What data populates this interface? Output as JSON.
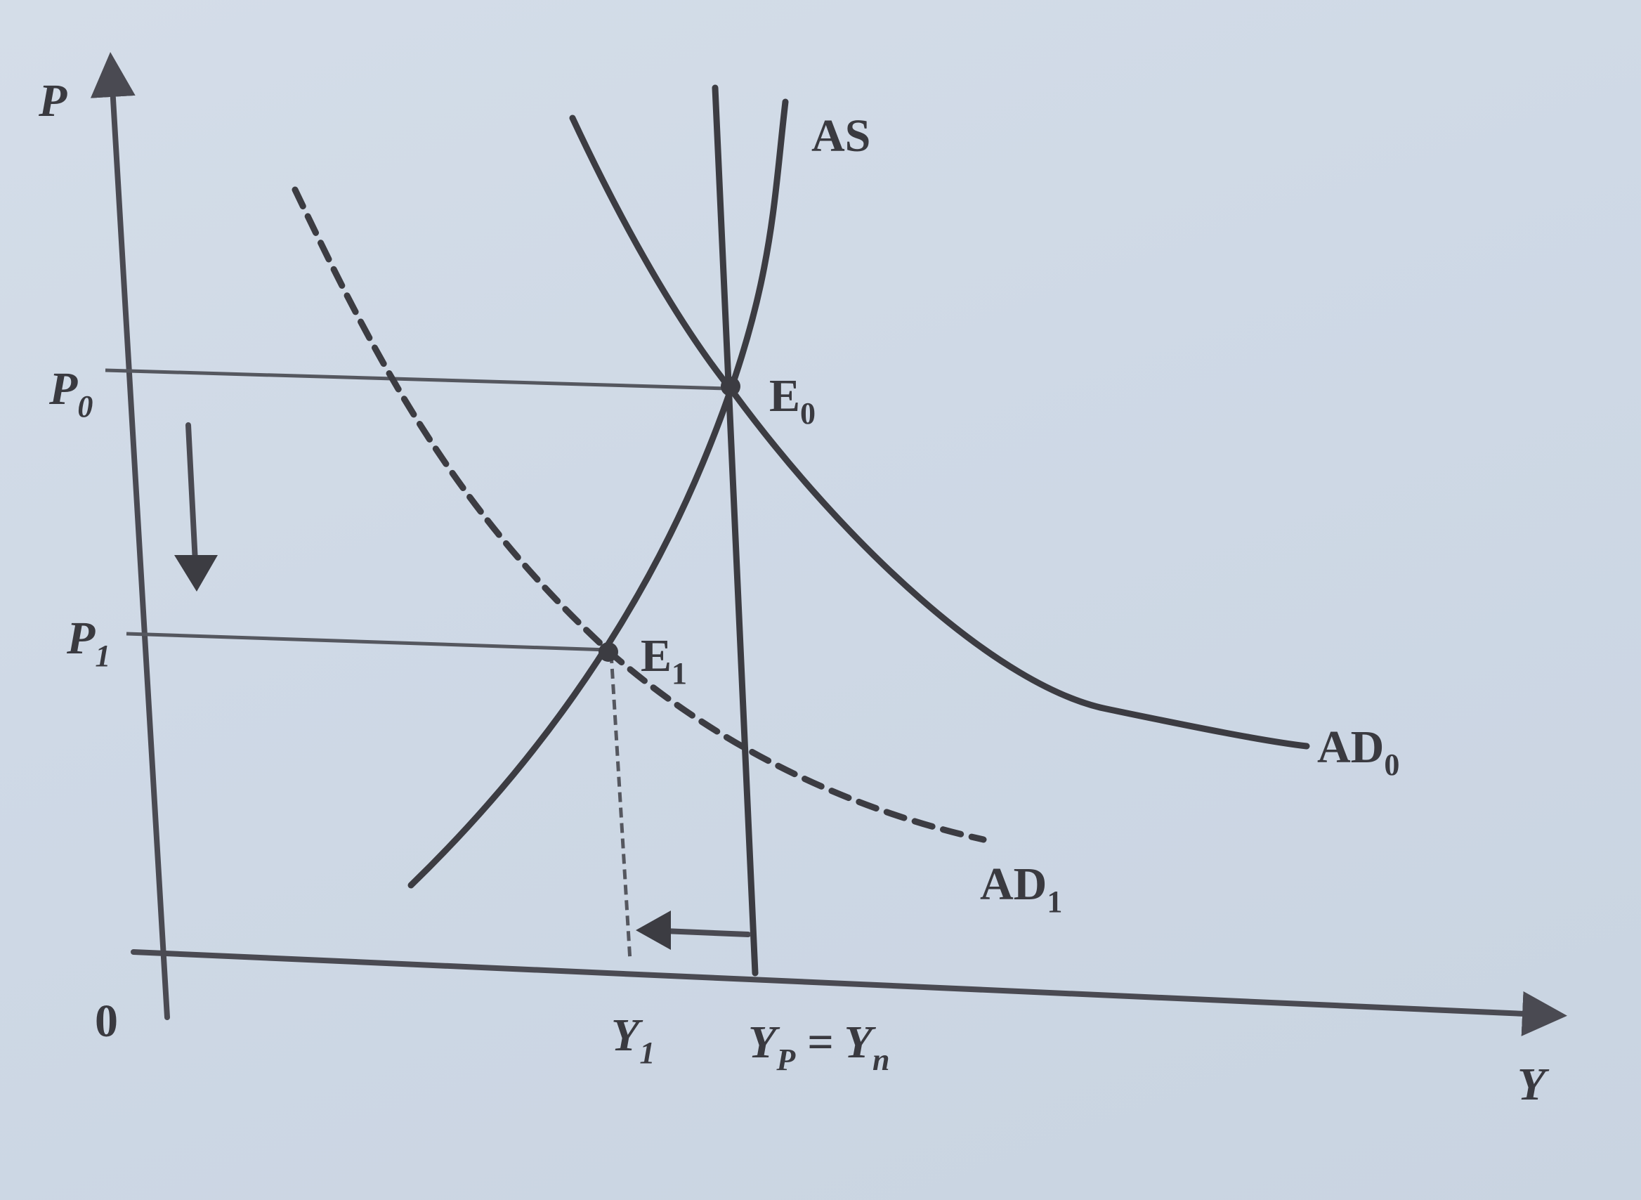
{
  "axes": {
    "y_label": "P",
    "x_label": "Y",
    "origin": "0"
  },
  "price_levels": [
    {
      "label": "P",
      "subscript": "0"
    },
    {
      "label": "P",
      "subscript": "1"
    }
  ],
  "output_levels": [
    {
      "label": "Y",
      "subscript": "1"
    },
    {
      "label": "Y",
      "subscript": "P",
      "suffix": " = Y",
      "suffix_subscript": "n"
    }
  ],
  "curves": {
    "as": "AS",
    "ad0": {
      "label": "AD",
      "subscript": "0"
    },
    "ad1": {
      "label": "AD",
      "subscript": "1"
    }
  },
  "points": [
    {
      "label": "E",
      "subscript": "0"
    },
    {
      "label": "E",
      "subscript": "1"
    }
  ],
  "colors": {
    "ink": "#3c3c42",
    "background": "#cfd9e6"
  }
}
